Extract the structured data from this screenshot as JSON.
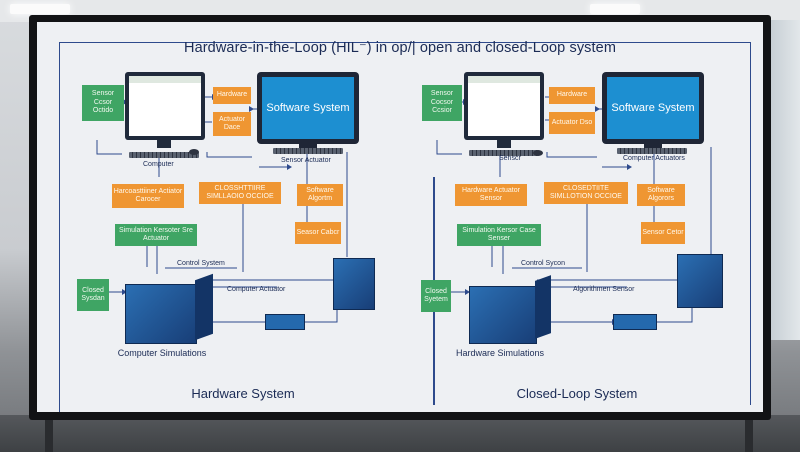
{
  "title": "Hardware-in-the-Loop (HIL⁻) in op/| open and closed-Loop system",
  "left": {
    "sensor_box": "Sensor Ccsor Octido",
    "hardware_box": "Hardware",
    "actuator_box": "Actuator Dace",
    "software_monitor": "Software System",
    "computer_label": "Computer",
    "sensor_actuator_label": "Sensor Actuator",
    "hardware_sim_box": "Harcoasttiiner Actiator Carocer",
    "closed_sim_box": "CLOSSHTTIIRE SIMLLAOIO OCCIOE",
    "software_alg_box": "Software Algortm",
    "simulation_box": "Simulation Kersoter Sre Actuator",
    "sensor_small_box": "Seasor Cabcr",
    "control_system_label": "Control System",
    "closed_system_box": "Closed Sysdan",
    "computer_actuator_label": "Computer Actuator",
    "computer_sim_label": "Computer Simulations",
    "footer": "Hardware System"
  },
  "right": {
    "sensor_box": "Sensor Cocsor Ccsior",
    "hardware_box": "Hardware",
    "actuator_box": "Actuator Dso",
    "software_monitor": "Software System",
    "sensor_label": "Senscr",
    "computer_actuators_label": "Computer Actuators",
    "hardware_sim_box": "Hardware Actuator Sensor",
    "closed_sim_box": "CLOSEDTIITE SIMLLOTION OCCIOE",
    "software_alg_box": "Software Algorors",
    "simulation_box": "Simulation Kersor Case Senser",
    "sensor_small_box": "Sensor Cetor",
    "control_system_label": "Control Sycon",
    "closed_system_box": "Closed Syetem",
    "algorithm_label": "Algorithmen Sensor",
    "hardware_sim_label": "Hardware Simulations",
    "footer": "Closed-Loop System"
  },
  "colors": {
    "green": "#3fa564",
    "orange": "#ef9632",
    "navy": "#2e4a8c",
    "blue": "#1d8fd1"
  }
}
